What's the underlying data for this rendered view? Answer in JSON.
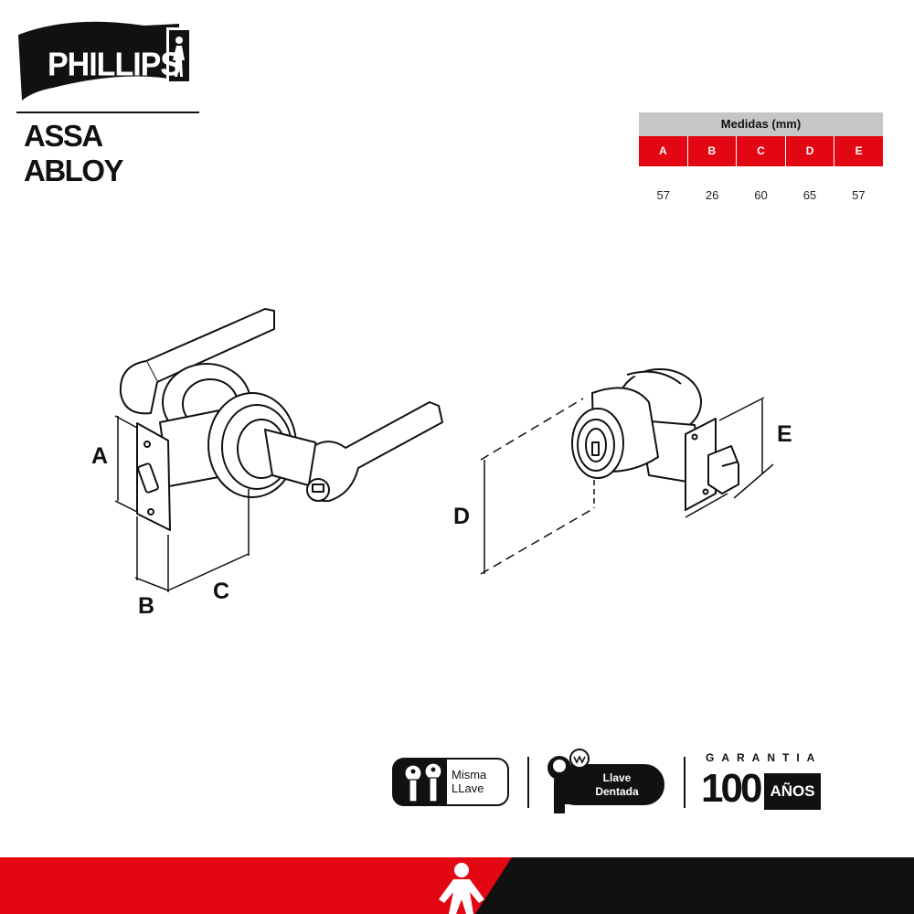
{
  "brand": {
    "name": "PHILLIPS",
    "parent": "ASSA ABLOY"
  },
  "table": {
    "title": "Medidas (mm)",
    "headers": [
      "A",
      "B",
      "C",
      "D",
      "E"
    ],
    "values": [
      "57",
      "26",
      "60",
      "65",
      "57"
    ]
  },
  "dimensions": {
    "a": "A",
    "b": "B",
    "c": "C",
    "d": "D",
    "e": "E"
  },
  "badges": {
    "same_key_line1": "Misma",
    "same_key_line2": "LLave",
    "toothed_key_line1": "Llave",
    "toothed_key_line2": "Dentada",
    "warranty_title": "GARANTIA",
    "warranty_number": "100",
    "warranty_unit": "AÑOS"
  },
  "colors": {
    "accent_red": "#e30613",
    "table_gray": "#c6c6c6",
    "black": "#111111"
  },
  "icons": [
    "walking-man-icon",
    "keys-icon",
    "toothed-key-icon"
  ]
}
